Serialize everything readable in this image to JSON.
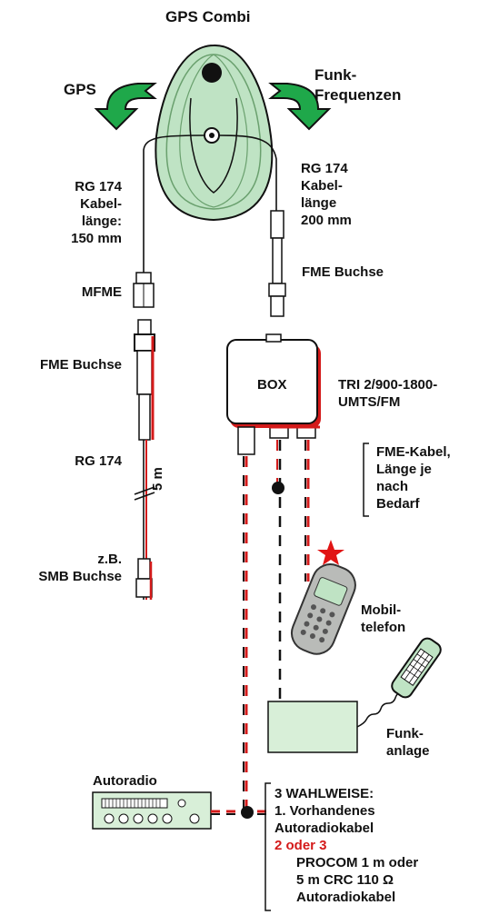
{
  "title": "GPS Combi",
  "arrows": {
    "gps": "GPS",
    "funk": "Funk-\nFrequenzen"
  },
  "left_cable": {
    "spec": "RG 174\nKabel-\nlänge:\n150 mm",
    "connector_top": "MFME",
    "connector_mid": "FME Buchse",
    "cable": "RG 174",
    "length": "5 m",
    "connector_end": "z.B.\nSMB Buchse"
  },
  "right_cable": {
    "spec": "RG 174\nKabel-\nlänge\n200 mm",
    "connector": "FME Buchse"
  },
  "box": {
    "label": "BOX",
    "model": "TRI 2/900-1800-\nUMTS/FM"
  },
  "fme_note": "FME-Kabel,\nLänge je\nnach\nBedarf",
  "mobile": "Mobil-\ntelefon",
  "radio": "Funk-\nanlage",
  "autoradio": "Autoradio",
  "options": {
    "heading": "3 WAHLWEISE:",
    "opt1": "1. Vorhandenes\n    Autoradiokabel",
    "opt23": "2 oder 3",
    "opt23_text": "PROCOM 1 m oder\n5 m CRC 110 Ω\nAutoradiokabel"
  },
  "colors": {
    "antenna_fill": "#bfe3c4",
    "arrow_green": "#1fa84a",
    "cable_red": "#d41a1a",
    "box_fill": "#d8efd8"
  }
}
